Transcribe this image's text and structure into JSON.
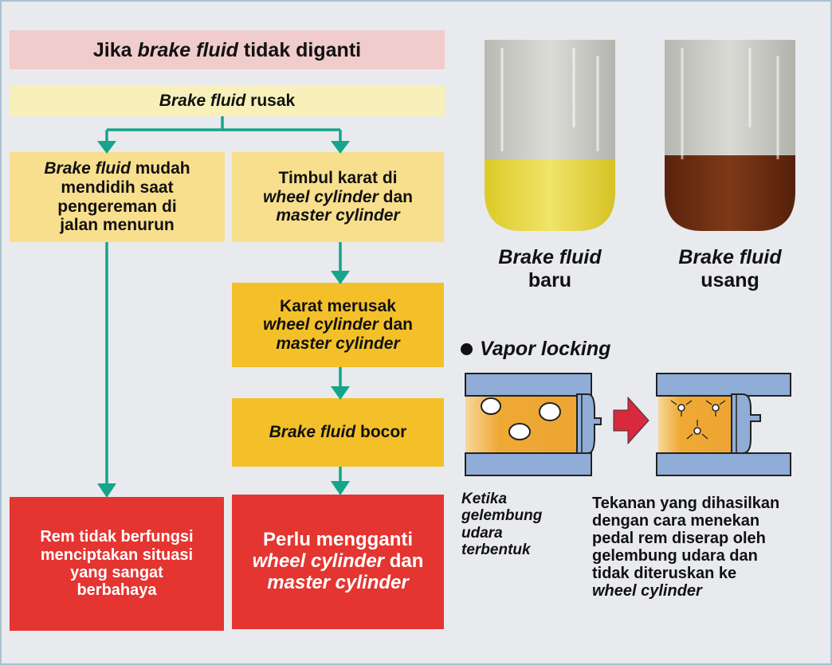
{
  "flowchart": {
    "title": {
      "pre": "Jika ",
      "em": "brake fluid",
      "post": " tidak diganti"
    },
    "root": {
      "em": "Brake fluid",
      "post": " rusak"
    },
    "left_branch": {
      "step1": {
        "em": "Brake fluid",
        "l1": " mudah",
        "l2": "mendidih saat",
        "l3": "pengereman di",
        "l4": "jalan menurun"
      },
      "result": {
        "l1": "Rem tidak berfungsi",
        "l2": "menciptakan situasi",
        "l3": "yang sangat",
        "l4": "berbahaya"
      }
    },
    "right_branch": {
      "step1": {
        "l1": "Timbul karat di",
        "em1": "wheel cylinder",
        "dan": " dan",
        "em2": "master cylinder"
      },
      "step2": {
        "l1": "Karat merusak",
        "em1": "wheel cylinder",
        "dan": " dan",
        "em2": "master cylinder"
      },
      "step3": {
        "em": "Brake fluid",
        "post": " bocor"
      },
      "result": {
        "l1": "Perlu mengganti",
        "em1": "wheel cylinder",
        "dan": " dan",
        "em2": "master cylinder"
      }
    },
    "arrow_color": "#14a58a"
  },
  "jars": [
    {
      "label_em": "Brake fluid",
      "label_sub": "baru",
      "fluid_color": "#e6d42a"
    },
    {
      "label_em": "Brake fluid",
      "label_sub": "usang",
      "fluid_color": "#6e2e12"
    }
  ],
  "vapor_locking": {
    "title": "Vapor locking",
    "caption_left": [
      "Ketika",
      "gelembung",
      "udara",
      "terbentuk"
    ],
    "caption_right": {
      "lines": [
        "Tekanan yang dihasilkan",
        "dengan cara menekan",
        "pedal rem diserap oleh",
        "gelembung udara dan",
        "tidak diteruskan ke"
      ],
      "em_last": "wheel cylinder"
    }
  },
  "colors": {
    "background": "#e8eaee",
    "title_bg": "#f0cccc",
    "root_bg": "#f7f0bb",
    "pale_box": "#f8df8e",
    "gold_box": "#f4c02a",
    "danger_box": "#e43531",
    "cylinder_blue": "#8fadd6",
    "fluid_orange": "#f0a830",
    "transition_arrow": "#d8293f"
  }
}
